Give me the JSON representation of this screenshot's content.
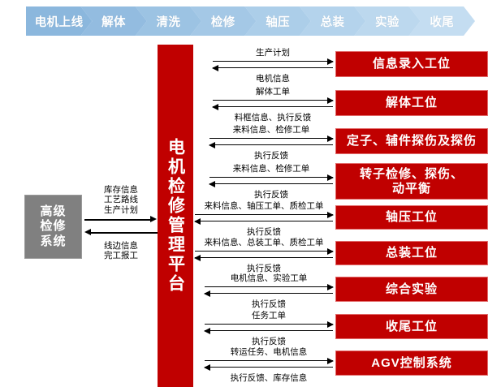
{
  "banner": {
    "steps": [
      {
        "label": "电机上线",
        "color": "#8bb7dd"
      },
      {
        "label": "解体",
        "color": "#93bce0"
      },
      {
        "label": "清洗",
        "color": "#9cc3e3"
      },
      {
        "label": "检修",
        "color": "#a4c8e6"
      },
      {
        "label": "轴压",
        "color": "#accee9"
      },
      {
        "label": "总装",
        "color": "#b4d3ec"
      },
      {
        "label": "实验",
        "color": "#bcd8ee"
      },
      {
        "label": "收尾",
        "color": "#c4ddf1"
      }
    ]
  },
  "advanced_system": {
    "label": "高级检修系统",
    "color": "#808080"
  },
  "platform": {
    "label": "电机检修管理平台",
    "color": "#c00000"
  },
  "left_connector": {
    "to_platform_label": "库存信息\n工艺路线\n生产计划",
    "to_platform_lines": [
      "库存信息",
      "工艺路线",
      "生产计划"
    ],
    "from_platform_lines": [
      "线边信息",
      "完工报工"
    ]
  },
  "stations": [
    {
      "name": "信息录入工位",
      "to_station": "生产计划",
      "from_station": "电机信息"
    },
    {
      "name": "解体工位",
      "to_station": "解体工单",
      "from_station": "料框信息、执行反馈"
    },
    {
      "name": "定子、辅件探伤及探伤",
      "to_station": "来料信息、检修工单",
      "from_station": "执行反馈"
    },
    {
      "name": "转子检修、探伤、动平衡",
      "to_station": "来料信息、检修工单",
      "from_station": "执行反馈"
    },
    {
      "name": "轴压工位",
      "to_station": "来料信息、轴压工单、质检工单",
      "from_station": "执行反馈"
    },
    {
      "name": "总装工位",
      "to_station": "来料信息、总装工单、质检工单",
      "from_station": "执行反馈"
    },
    {
      "name": "综合实验",
      "to_station": "电机信息、实验工单",
      "from_station": "执行反馈"
    },
    {
      "name": "收尾工位",
      "to_station": "任务工单",
      "from_station": "执行反馈"
    },
    {
      "name": "AGV控制系统",
      "to_station": "转运任务、电机信息",
      "from_station": "执行反馈、库存信息"
    }
  ],
  "colors": {
    "red": "#c00000",
    "red_border": "#e36c6c",
    "gray": "#808080",
    "blue_start": "#8bb7dd",
    "blue_end": "#c4ddf1",
    "background": "#ffffff"
  }
}
